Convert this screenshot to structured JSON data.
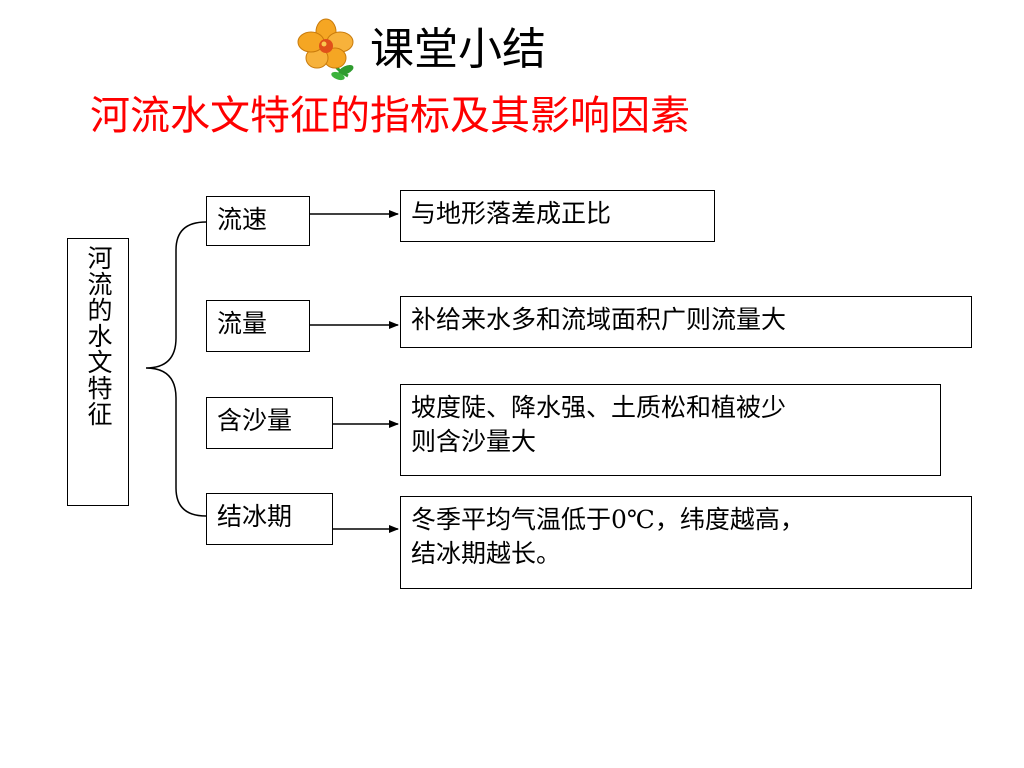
{
  "title": "课堂小结",
  "subtitle": "河流水文特征的指标及其影响因素",
  "root": "河流的水文特征",
  "colors": {
    "subtitle": "#ff0000",
    "line": "#000000",
    "flower_petal": "#f5a623",
    "flower_center": "#e0501a",
    "leaf": "#2e9b2e"
  },
  "icons": {
    "title_decoration": "flower-icon"
  },
  "branches": [
    {
      "label": "流速",
      "description": [
        "与地形落差成正比"
      ]
    },
    {
      "label": "流量",
      "description": [
        "补给来水多和流域面积广则流量大"
      ]
    },
    {
      "label": "含沙量",
      "description": [
        "坡度陡、降水强、土质松和植被少",
        "则含沙量大"
      ]
    },
    {
      "label": "结冰期",
      "description": [
        "冬季平均气温低于0℃，纬度越高，",
        "结冰期越长。"
      ]
    }
  ]
}
